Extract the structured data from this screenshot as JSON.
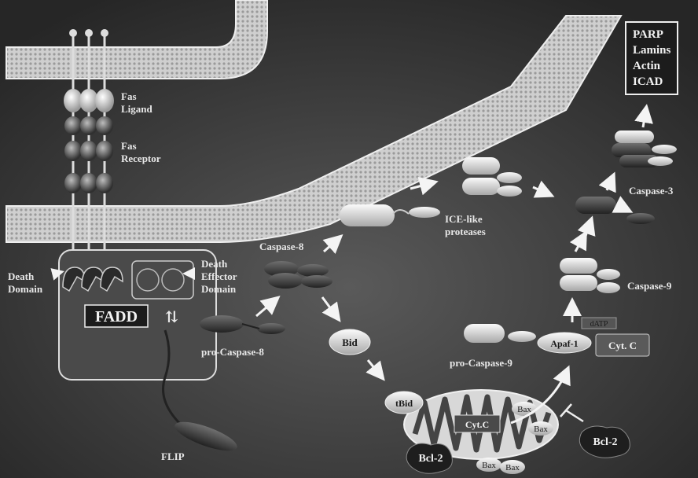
{
  "labels": {
    "fas_ligand_1": "Fas",
    "fas_ligand_2": "Ligand",
    "fas_receptor_1": "Fas",
    "fas_receptor_2": "Receptor",
    "death_domain_1": "Death",
    "death_domain_2": "Domain",
    "ded_1": "Death",
    "ded_2": "Effector",
    "ded_3": "Domain",
    "fadd": "FADD",
    "pro_caspase_8": "pro-Caspase-8",
    "flip": "FLIP",
    "caspase_8": "Caspase-8",
    "bid": "Bid",
    "tbid": "tBid",
    "ice_like_1": "ICE-like",
    "ice_like_2": "proteases",
    "pro_caspase_9": "pro-Caspase-9",
    "apaf1": "Apaf-1",
    "datp": "dATP",
    "cytc_complex": "Cyt. C",
    "cytc_mito": "Cyt.C",
    "caspase_9": "Caspase-9",
    "caspase_3": "Caspase-3",
    "bcl2_left": "Bcl-2",
    "bcl2_right": "Bcl-2",
    "bax_1": "Bax",
    "bax_2": "Bax",
    "bax_3": "Bax",
    "bax_4": "Bax"
  },
  "substrates": [
    "PARP",
    "Lamins",
    "Actin",
    "ICAD"
  ]
}
